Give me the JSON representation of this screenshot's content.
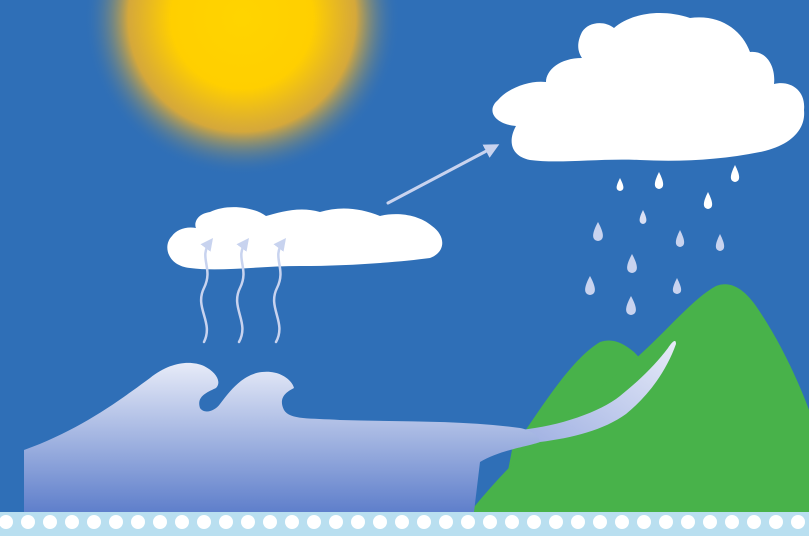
{
  "diagram": {
    "subject": "water-cycle",
    "elements": [
      "sun",
      "ocean-waves",
      "evaporation-arrows",
      "small-cloud",
      "transport-arrow",
      "rain-cloud",
      "rain-drops",
      "mountains",
      "river",
      "ground-border"
    ]
  },
  "colors": {
    "sky": "#2f6fb7",
    "sun_core": "#ffd400",
    "sun_edge": "#f6a623",
    "cloud": "#ffffff",
    "water_light": "#dfe5f6",
    "water_dark": "#6d86cf",
    "mountain": "#48b24a",
    "arrow": "#c8d3ef",
    "drop": "#d8dff4",
    "border": "#b9dff0"
  }
}
